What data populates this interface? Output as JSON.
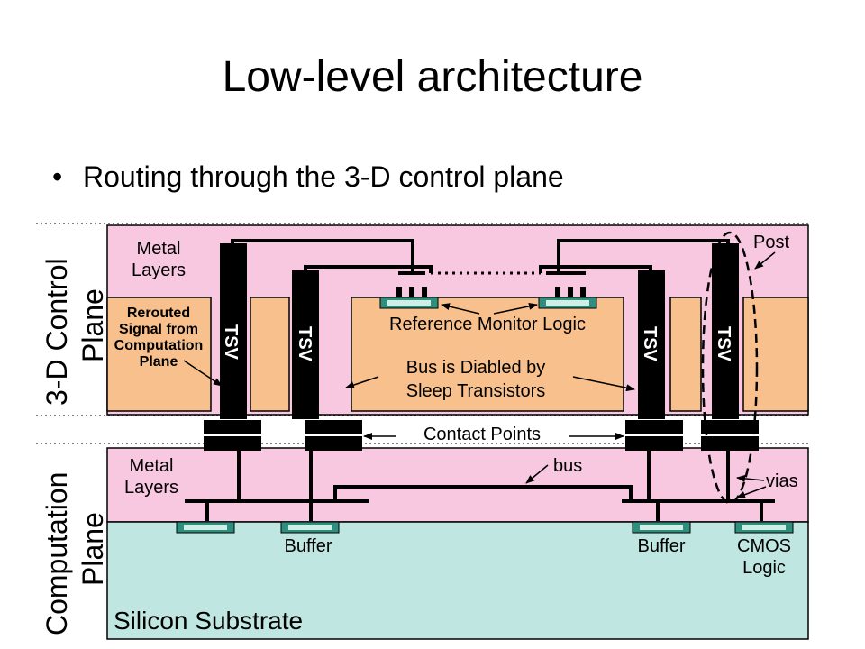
{
  "slide": {
    "title": "Low-level architecture",
    "bullet": "Routing through the 3-D control plane"
  },
  "diagram": {
    "side_labels": {
      "control_line1": "3-D Control",
      "control_line2": "Plane",
      "computation_line1": "Computation",
      "computation_line2": "Plane"
    },
    "metal_layers_top": [
      "Metal",
      "Layers"
    ],
    "metal_layers_bottom": [
      "Metal",
      "Layers"
    ],
    "rerouted_signal": [
      "Rerouted",
      "Signal from",
      "Computation",
      "Plane"
    ],
    "tsv_label": "TSV",
    "post": "Post",
    "reference_monitor_logic": "Reference Monitor Logic",
    "bus_disabled": [
      "Bus is Diabled by",
      "Sleep Transistors"
    ],
    "contact_points": "Contact Points",
    "bus": "bus",
    "vias": "vias",
    "buffer_left": "Buffer",
    "buffer_right": "Buffer",
    "cmos_logic": [
      "CMOS",
      "Logic"
    ],
    "silicon_substrate": "Silicon Substrate",
    "colors": {
      "metal_pink": "#f7c8e0",
      "block_orange": "#f8c08c",
      "substrate_teal": "#bfe6e1",
      "tsv_black": "#000000",
      "device_green": "#2f8f7f"
    }
  }
}
